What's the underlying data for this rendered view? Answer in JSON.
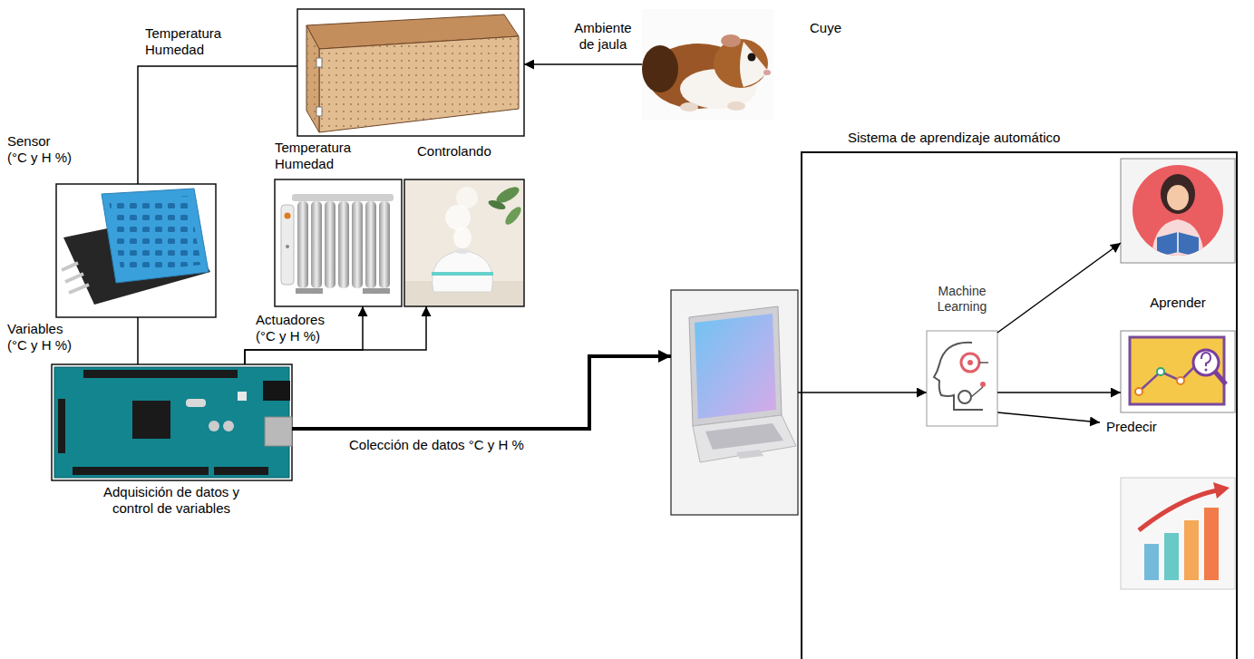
{
  "diagram": {
    "nodes": [
      {
        "text": [
          "Cuye"
        ]
      },
      {
        "text": [
          "Temperatura Humedad"
        ]
      },
      {
        "text": [
          "Sensor (°C y H %)"
        ]
      },
      {
        "text": [
          "Temperatura Humedad"
        ]
      },
      {
        "text": [
          "Controlando"
        ]
      },
      {
        "text": [
          "Adquisición de datos y control de variables"
        ]
      },
      {
        "text": [
          "Sistema de aprendizaje automático"
        ]
      },
      {
        "text": [
          "Machine Learning"
        ],
        "in": 6
      },
      {
        "text": [
          "Aprender"
        ],
        "in": 6
      },
      {
        "text": [
          "Predecir"
        ],
        "in": 6
      }
    ],
    "edges": [
      {
        "from": 0,
        "to": 1,
        "label": "Ambiente de jaula",
        "arrow": "to"
      },
      {
        "from": 1,
        "to": 2,
        "arrow": "none"
      },
      {
        "from": 2,
        "to": 5,
        "label": "Variables (°C y H %)",
        "arrow": "none"
      },
      {
        "from": 5,
        "to": 3,
        "label": "Actuadores (°C y H %)",
        "arrow": "to"
      },
      {
        "from": 5,
        "to": 4,
        "arrow": "to"
      },
      {
        "from": 7,
        "to": 8,
        "arrow": "to"
      },
      {
        "from": 7,
        "to": 9,
        "arrow": "to"
      }
    ],
    "labels": [
      "Colección de datos °C y H %"
    ]
  }
}
